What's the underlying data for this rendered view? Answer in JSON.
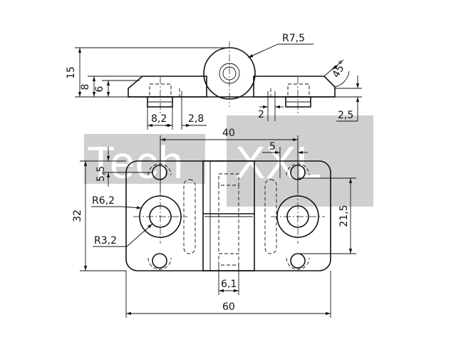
{
  "watermark": {
    "text_left": "Tech",
    "text_right": "XXL",
    "box_color": "#cfcfcf",
    "text_color": "#ffffff"
  },
  "dimensions": {
    "side_view": {
      "radius_knuckle": "R7,5",
      "height_total": "15",
      "height_8": "8",
      "height_6": "6",
      "angle": "45°",
      "width_8_2": "8,2",
      "width_2_8": "2,8",
      "gap_2": "2",
      "thickness_2_5": "2,5"
    },
    "top_view": {
      "width_40": "40",
      "width_5": "5",
      "offset_5_5": "5,5",
      "height_32": "32",
      "radius_6_2": "R6,2",
      "radius_3_2": "R3,2",
      "height_21_5": "21,5",
      "width_6_1": "6,1",
      "width_60": "60"
    }
  },
  "colors": {
    "line": "#111111",
    "background": "#ffffff"
  }
}
